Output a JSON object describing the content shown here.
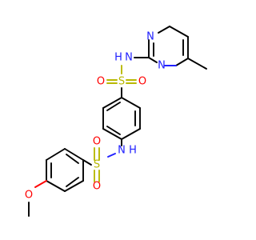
{
  "molecule": {
    "colors": {
      "carbon_bond": "#000000",
      "nitrogen": "#2020ff",
      "oxygen": "#ff0000",
      "sulfur": "#b8b800",
      "background": "#ffffff"
    },
    "atoms": {
      "n_pyrimidine_top": "N",
      "n_pyrimidine_bottom": "N",
      "nh_upper": "N",
      "h_upper": "H",
      "s_upper": "S",
      "o_upper_left": "O",
      "o_upper_right": "O",
      "nh_lower": "N",
      "h_lower": "H",
      "s_lower": "S",
      "o_lower_top": "O",
      "o_lower_bottom": "O",
      "o_methoxy": "O"
    }
  }
}
